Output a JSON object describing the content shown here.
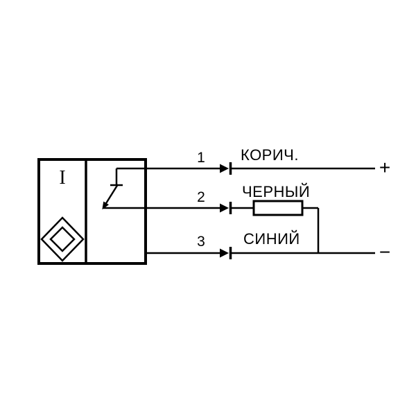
{
  "diagram": {
    "title_hint": "sensor-wiring-diagram",
    "sensor": {
      "body_label": "I"
    },
    "pins": [
      {
        "number": "1",
        "color_label": "КОРИЧ.",
        "terminal": "+"
      },
      {
        "number": "2",
        "color_label": "ЧЕРНЫЙ",
        "terminal": ""
      },
      {
        "number": "3",
        "color_label": "СИНИЙ",
        "terminal": "−"
      }
    ],
    "colors": {
      "line": "#000000",
      "background": "#ffffff"
    }
  }
}
